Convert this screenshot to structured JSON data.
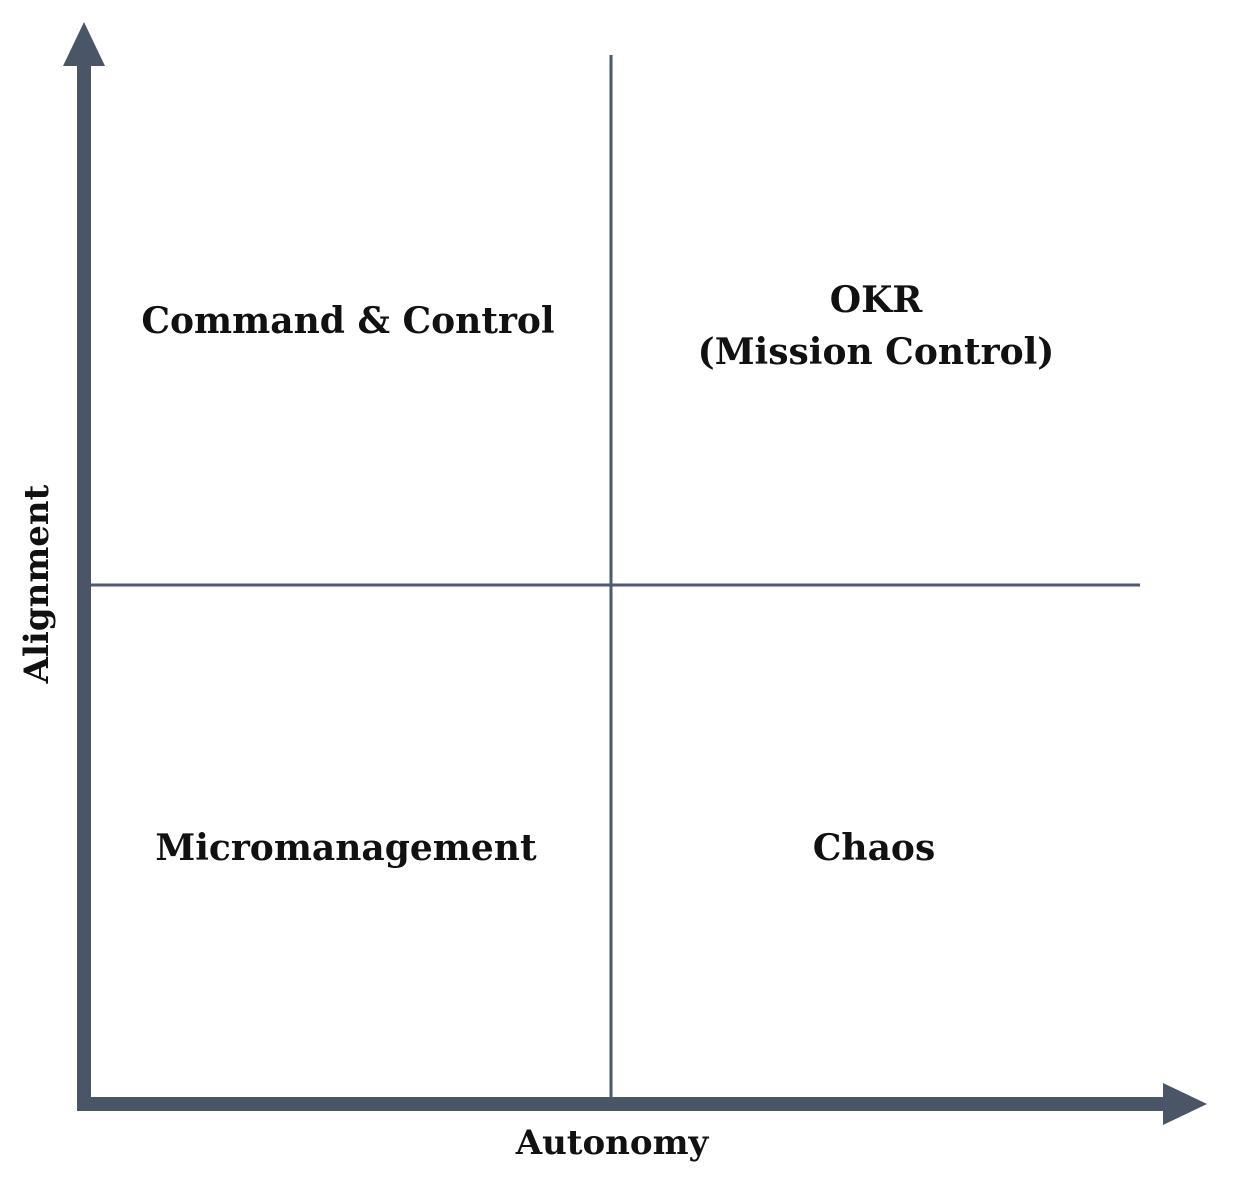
{
  "axes": {
    "x_label": "Autonomy",
    "y_label": "Alignment"
  },
  "quadrants": {
    "top_left": {
      "label": "Command & Control"
    },
    "top_right": {
      "label_line1": "OKR",
      "label_line2": "(Mission Control)"
    },
    "bottom_left": {
      "label": "Micromanagement"
    },
    "bottom_right": {
      "label": "Chaos"
    }
  },
  "colors": {
    "axis": "#4a5568",
    "divider": "#4a5a72",
    "text": "#111111"
  }
}
